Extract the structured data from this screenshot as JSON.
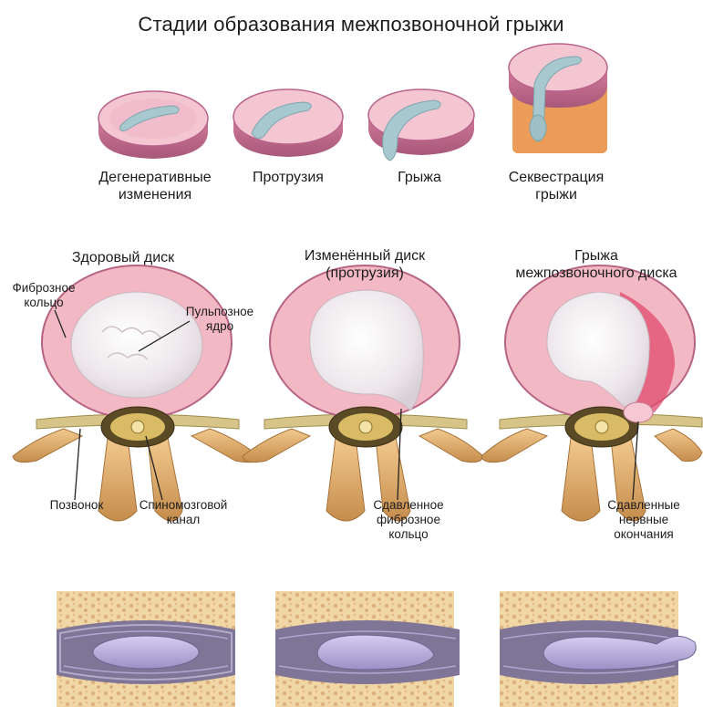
{
  "title": "Стадии образования межпозвоночной грыжи",
  "stages": [
    {
      "label": "Дегенеративные\nизменения"
    },
    {
      "label": "Протрузия"
    },
    {
      "label": "Грыжа"
    },
    {
      "label": "Секвестрация\nгрыжи"
    }
  ],
  "cross_sections": [
    {
      "caption": "Здоровый диск"
    },
    {
      "caption": "Изменённый диск\n(протрузия)"
    },
    {
      "caption": "Грыжа\nмежпозвоночного диска"
    }
  ],
  "callouts": {
    "annulus": "Фиброзное\nкольцо",
    "nucleus": "Пульпозное\nядро",
    "vertebra": "Позвонок",
    "canal": "Спиномозговой\nканал",
    "compressed_annulus": "Сдавленное\nфиброзное\nкольцо",
    "compressed_nerves": "Сдавленные\nнервные\nокончания"
  },
  "colors": {
    "annulus": "#f2b8c4",
    "annulus_edge": "#c06a86",
    "nucleus": "#ece6ea",
    "nucleus_top": "#a9c7cc",
    "bone": "#e8b679",
    "bone_dark": "#b9823f",
    "cord": "#d6c489",
    "herniation": "#e04a6c",
    "disc_band": "#7f7597",
    "disc_core": "#b9aee0"
  }
}
